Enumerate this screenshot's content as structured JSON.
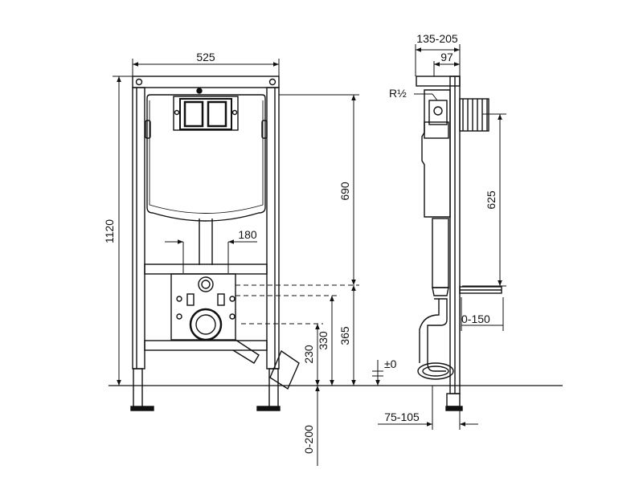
{
  "dimensions": {
    "frame_width": "525",
    "total_height": "1120",
    "cistern_height": "690",
    "pipe_spacing": "180",
    "outlet_height": "365",
    "drain_height": "330",
    "small_height": "230",
    "floor_adjust": "0-200",
    "depth_range": "135-205",
    "depth": "97",
    "thread": "R½",
    "side_height": "625",
    "outlet_projection": "0-150",
    "floor_level": "±0",
    "bottom_depth": "75-105"
  },
  "colors": {
    "line": "#111111",
    "background": "#ffffff"
  }
}
